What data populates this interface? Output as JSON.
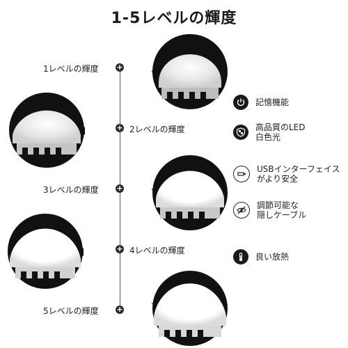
{
  "title": "1-5レベルの輝度",
  "levels": [
    {
      "label": "1レベルの輝度",
      "brightness": 1
    },
    {
      "label": "2レベルの輝度",
      "brightness": 2
    },
    {
      "label": "3レベルの輝度",
      "brightness": 3
    },
    {
      "label": "4レベルの輝度",
      "brightness": 4
    },
    {
      "label": "5レベルの輝度",
      "brightness": 5
    }
  ],
  "plus_symbol": "+",
  "features": [
    {
      "icon": "power-icon",
      "lines": [
        "記憶機能"
      ]
    },
    {
      "icon": "led-icon",
      "lines": [
        "高品質のLED",
        "白色光"
      ]
    },
    {
      "icon": "usb-icon",
      "lines": [
        "USBインターフェイス",
        "がより安全"
      ]
    },
    {
      "icon": "hidden-eye-icon",
      "lines": [
        "調節可能な",
        "隠しケーブル"
      ]
    },
    {
      "icon": "thermometer-icon",
      "lines": [
        "良い放熱"
      ]
    }
  ]
}
